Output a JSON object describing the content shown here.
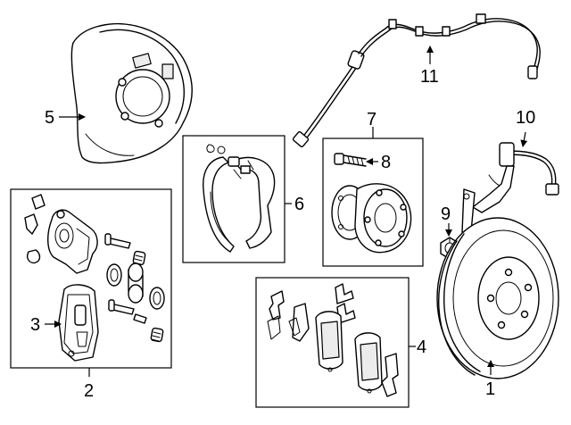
{
  "callouts": {
    "c1": "1",
    "c2": "2",
    "c3": "3",
    "c4": "4",
    "c5": "5",
    "c6": "6",
    "c7": "7",
    "c8": "8",
    "c9": "9",
    "c10": "10",
    "c11": "11"
  },
  "icons": [
    "rotor",
    "caliper-assembly",
    "caliper-bracket",
    "brake-pads",
    "dust-shield",
    "parking-brake-shoes",
    "hub-bearing",
    "wheel-stud",
    "nut",
    "brake-hose",
    "abs-sensor-wire"
  ]
}
